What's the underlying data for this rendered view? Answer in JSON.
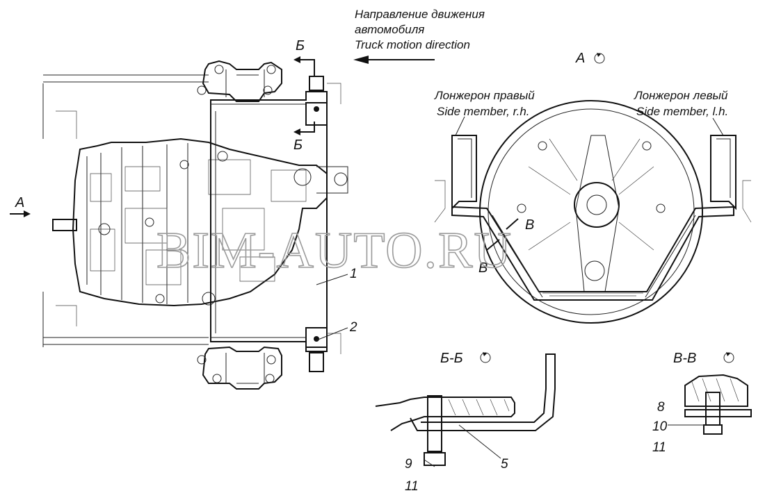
{
  "direction": {
    "line1": "Направление движения",
    "line2": "автомобиля",
    "line3": "Truck motion direction"
  },
  "views": {
    "view_a_top": "А",
    "view_a_left": "А",
    "section_b_top": "Б",
    "section_b_bottom": "Б",
    "view_a_title": "А",
    "section_bb_title": "Б-Б",
    "section_vv_title": "В-В",
    "cut_v_upper": "В",
    "cut_v_lower": "В"
  },
  "members": {
    "right_ru": "Лонжерон правый",
    "right_en": "Side member, r.h.",
    "left_ru": "Лонжерон левый",
    "left_en": "Side member, l.h."
  },
  "callouts": {
    "c1": "1",
    "c2": "2",
    "c5": "5",
    "c8": "8",
    "c9": "9",
    "c10": "10",
    "c11_bb": "11",
    "c11_vv": "11"
  },
  "watermark": "BIM-AUTO.RU"
}
